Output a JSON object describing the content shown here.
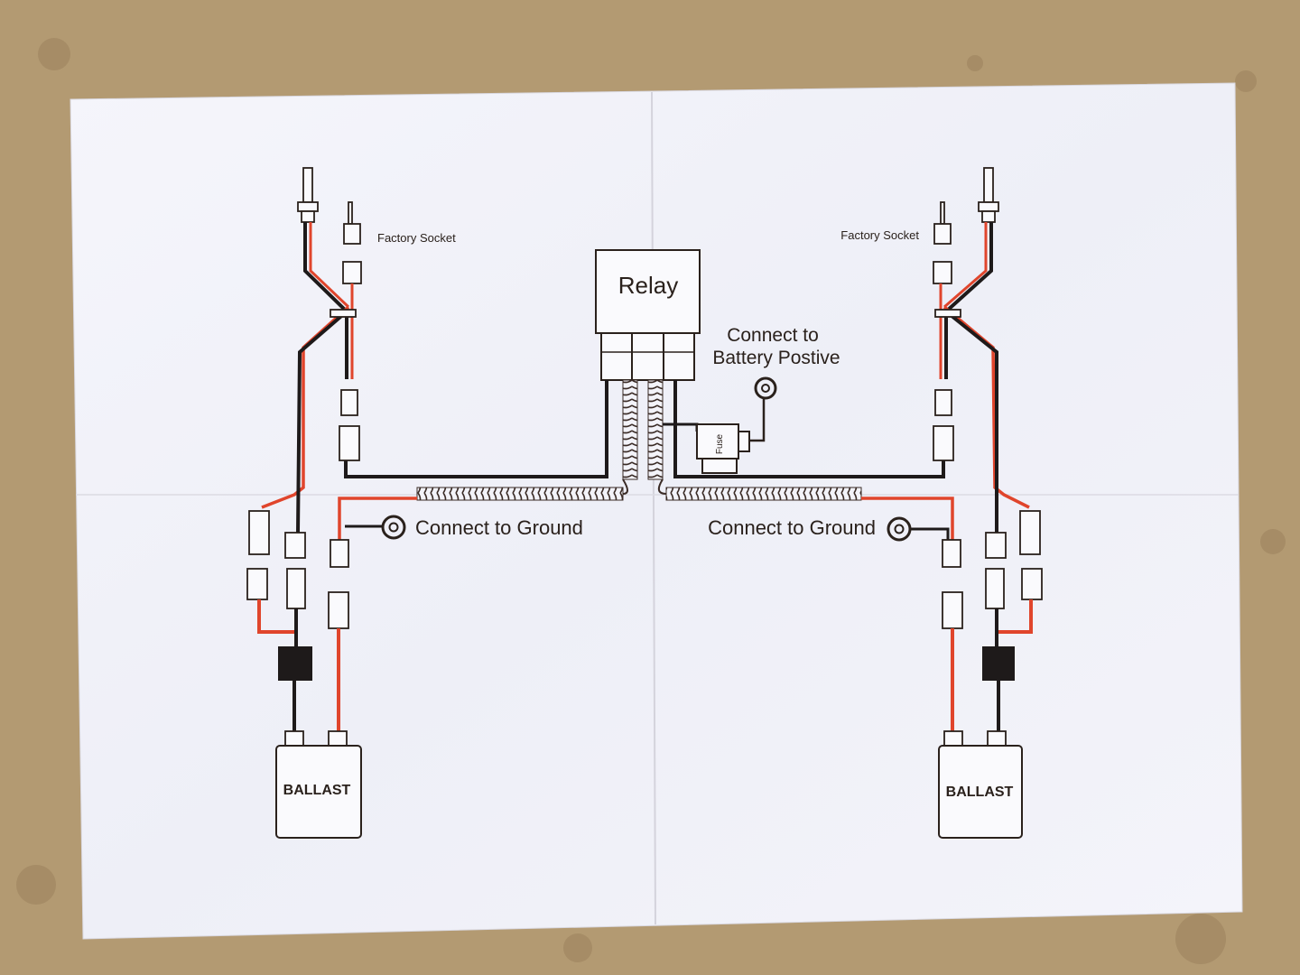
{
  "labels": {
    "relay": "Relay",
    "battery_line1": "Connect to",
    "battery_line2": "Battery Postive",
    "fuse": "Fuse",
    "factory_socket_left": "Factory Socket",
    "factory_socket_right": "Factory Socket",
    "ground_left": "Connect to Ground",
    "ground_right": "Connect to Ground",
    "ballast_left": "BALLAST",
    "ballast_right": "BALLAST"
  },
  "colors": {
    "wire_red": "#e0452c",
    "wire_black": "#1e1a1a",
    "paper": "#f3f3f9",
    "background": "#b39a72",
    "text": "#2a211c"
  }
}
